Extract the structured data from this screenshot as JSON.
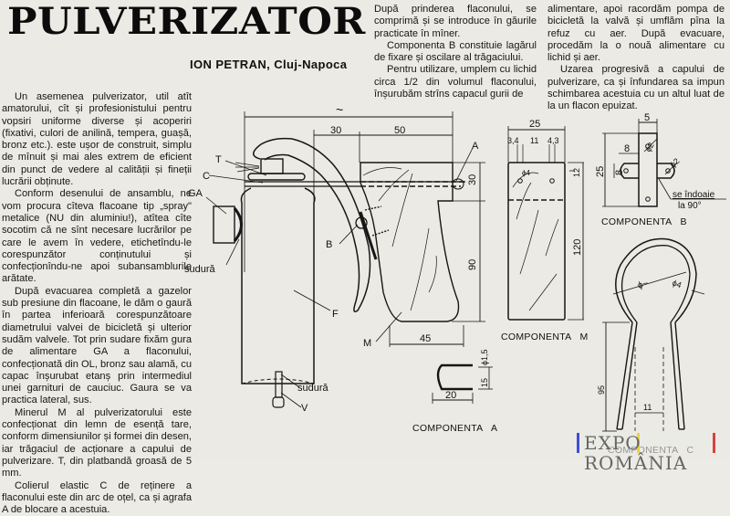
{
  "article": {
    "title": "PULVERIZATOR",
    "author": "ION PETRAN, Cluj-Napoca",
    "columns": [
      {
        "paragraphs": [
          "Un asemenea pulverizator, util atît amatorului, cît și profesionistului pentru vopsiri uniforme diverse și acoperiri (fixativi, culori de anilină, tempera, guașă, bronz etc.). este ușor de construit, simplu de mînuit și mai ales extrem de eficient din punct de vedere al calității și fineții lucrării obținute.",
          "Conform desenului de ansamblu, ne vom procura cîteva flacoane tip „spray\" metalice (NU din aluminiu!), atîtea cîte socotim că ne sînt necesare lucrărilor pe care le avem în vedere, etichetîndu-le corespunzător conținutului și confecționîndu-ne apoi subansamblurile arătate.",
          "După evacuarea completă a gazelor sub presiune din flacoane, le dăm o gaură în partea inferioară corespunzătoare diametrului valvei de bicicletă și ulterior sudăm valvele. Tot prin sudare fixăm gura de alimentare GA a flaconului, confecționată din OL, bronz sau alamă, cu capac înșurubat etanș prin intermediul unei garnituri de cauciuc. Gaura se va practica lateral, sus.",
          "Minerul M al pulverizatorului este confecționat din lemn de esență tare, conform dimensiunilor și formei din desen, iar trăgaciul de acționare a capului de pulverizare. T, din platbandă groasă de 5 mm.",
          "Colierul elastic C de reținere a flaconului este din arc de oțel, ca și agrafa A de blocare a acestuia."
        ]
      },
      {
        "paragraphs": [
          "După prinderea flaconului, se comprimă și se introduce în găurile practicate în mîner.",
          "Componenta B constituie lagărul de fixare și oscilare al trăgaciului.",
          "Pentru utilizare, umplem cu lichid circa 1/2 din volumul flaconului, înșurubăm strîns capacul gurii de"
        ]
      },
      {
        "paragraphs": [
          "alimentare, apoi racordăm pompa de bicicletă la valvă și umflăm pîna la refuz cu aer. După evacuare, procedăm la o nouă alimentare cu lichid și aer.",
          "Uzarea progresivă a capului de pulverizare, ca și înfundarea sa impun schimbarea acestuia cu un altul luat de la un flacon epuizat."
        ]
      }
    ]
  },
  "drawing": {
    "assembly_labels": {
      "T": "T",
      "C": "C",
      "GA": "GA",
      "sudura_top": "sudură",
      "B": "B",
      "F": "F",
      "M": "M",
      "A": "A",
      "sudura_bottom": "sudură",
      "V": "V"
    },
    "assembly_dims": {
      "overall": "~",
      "d30": "30",
      "d50": "50",
      "h30": "30",
      "h90": "90",
      "w45": "45"
    },
    "component_a": {
      "label": "COMPONENTA   A",
      "d_wire": "ϕ1,5",
      "height": "15",
      "width": "20"
    },
    "component_m": {
      "label": "COMPONENTA   M",
      "width": "25",
      "d34": "3,4",
      "d11": "11",
      "d43": "4,3",
      "h12": "12",
      "h120": "120",
      "hole": "ϕ4"
    },
    "component_b": {
      "label": "COMPONENTA   B",
      "w5": "5",
      "d8h": "8",
      "d8v": "8",
      "h25": "25",
      "hole1": "ϕ2",
      "hole2": "ϕ2",
      "note_line1": "se îndoaie",
      "note_line2": "la 90°"
    },
    "component_c": {
      "label": "COMPONENTA   C",
      "diam": "ϕ~",
      "wire": "ϕ4",
      "h95": "95",
      "gap11": "11"
    }
  },
  "watermark": {
    "text": "EXPO ROMÂNIA"
  }
}
